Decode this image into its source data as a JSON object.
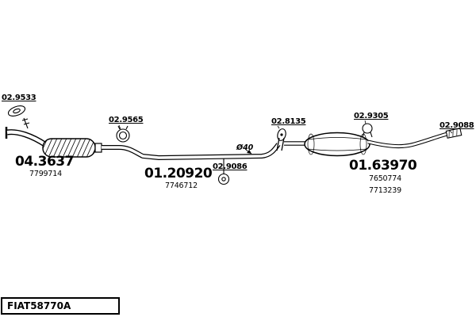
{
  "drawing": {
    "id_label": "FIAT58770A",
    "diameter_note": "Ø40"
  },
  "parts": {
    "front_gasket": {
      "code": "02.9533"
    },
    "catalytic_converter": {
      "code": "04.3637",
      "ref": "7799714"
    },
    "front_clamp": {
      "code": "02.9565"
    },
    "centre_pipe": {
      "code": "01.20920",
      "ref": "7746712"
    },
    "centre_hanger": {
      "code": "02.9086"
    },
    "joint_gasket": {
      "code": "02.8135"
    },
    "rear_clamp": {
      "code": "02.9305"
    },
    "rear_silencer": {
      "code": "01.63970",
      "ref": "7650774",
      "ref2": "7713239"
    },
    "tail_hanger": {
      "code": "02.9088"
    }
  }
}
